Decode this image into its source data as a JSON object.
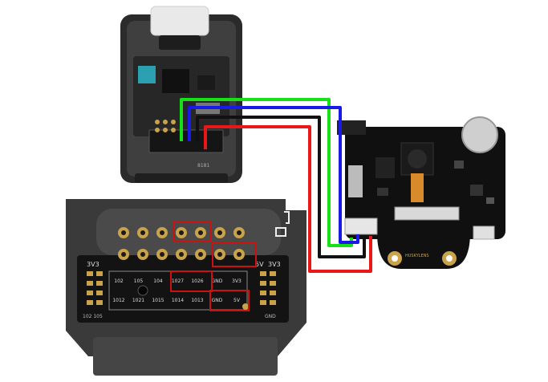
{
  "colors": {
    "wire_green": "#18e018",
    "wire_blue": "#1a1ae8",
    "wire_black": "#111111",
    "wire_red": "#e81818",
    "highlight": "#cc1111",
    "board_pcb": "#131313",
    "housing_gray": "#3a3a3a",
    "pad_gold": "#c9a24a"
  },
  "labels": {
    "board_3v3_left": "3V3",
    "board_bottom_left": "102  105",
    "board_5v": "5V",
    "board_3v3_right": "3V3",
    "board_gnd": "GND",
    "huskylens_brand": "HUSKYLENS",
    "controller_code": "8181"
  },
  "pin_grid": {
    "top_row": [
      "102",
      "105",
      "104",
      "1027",
      "1026",
      "GND",
      "3V3"
    ],
    "bottom_row": [
      "1012",
      "1021",
      "1015",
      "1014",
      "1013",
      "GND",
      "5V"
    ]
  }
}
